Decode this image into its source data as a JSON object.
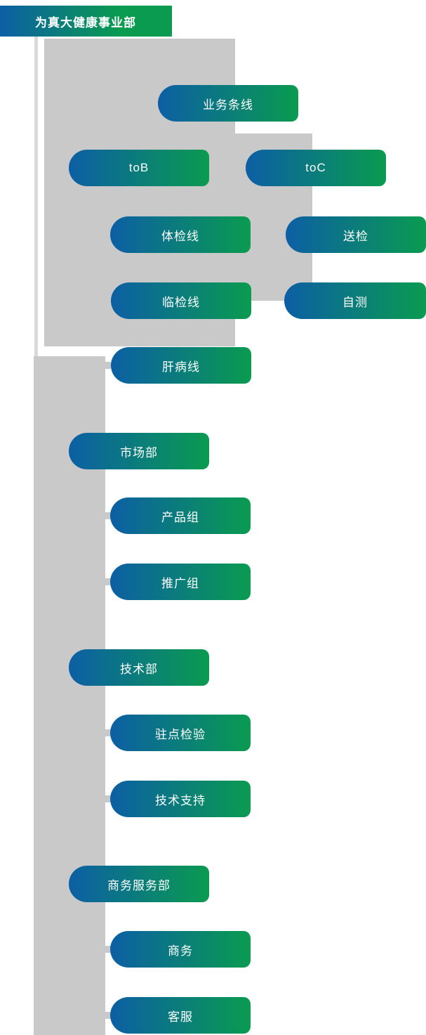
{
  "title": "为真大健康事业部",
  "colors": {
    "gradient_start_blue": "#0c5fa4",
    "gradient_end_green": "#0a9b50",
    "connector_gray": "#c9c9c9",
    "text_white": "#ffffff"
  },
  "nodes": {
    "business_line": "业务条线",
    "tob": "toB",
    "toc": "toC",
    "physical_exam_line": "体检线",
    "send_for_testing": "送检",
    "clinical_test_line": "临检线",
    "self_test": "自测",
    "liver_disease_line": "肝病线",
    "marketing_dept": "市场部",
    "product_group": "产品组",
    "promotion_group": "推广组",
    "technology_dept": "技术部",
    "onsite_testing": "驻点检验",
    "technical_support": "技术支持",
    "business_service_dept": "商务服务部",
    "business_group": "商务",
    "customer_service": "客服"
  },
  "hierarchy": {
    "为真大健康事业部": {
      "业务条线": {
        "toB": [
          "体检线",
          "临检线",
          "肝病线"
        ],
        "toC": [
          "送检",
          "自测"
        ]
      },
      "市场部": [
        "产品组",
        "推广组"
      ],
      "技术部": [
        "驻点检验",
        "技术支持"
      ],
      "商务服务部": [
        "商务",
        "客服"
      ]
    }
  }
}
